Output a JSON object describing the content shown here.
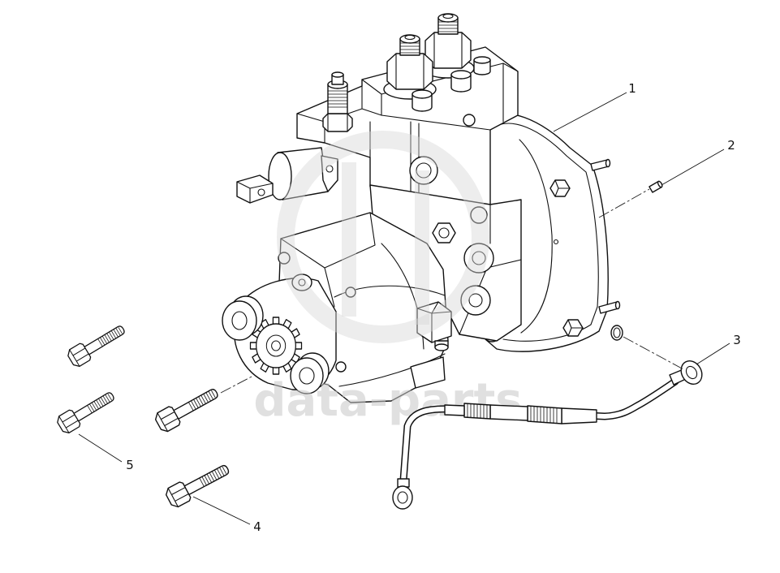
{
  "diagram": {
    "callouts": [
      {
        "label": "1"
      },
      {
        "label": "2"
      },
      {
        "label": "3"
      },
      {
        "label": "4"
      },
      {
        "label": "5"
      }
    ],
    "watermark": "data-parts"
  },
  "colors": {
    "background": "#ffffff",
    "line": "#111111",
    "watermark": "#c8c8c8"
  }
}
